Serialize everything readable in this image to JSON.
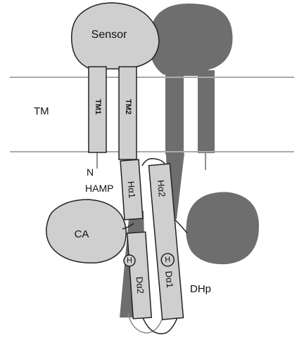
{
  "labels": {
    "sensor": "Sensor",
    "tm": "TM",
    "tm1": "TM1",
    "tm2": "TM2",
    "n_terminus": "N",
    "hamp": "HAMP",
    "ha1": "Hα1",
    "ha2": "Hα2",
    "ca": "CA",
    "da1": "Dα1",
    "da2": "Dα2",
    "his_left": "H",
    "his_right": "H",
    "dhp": "DHp"
  },
  "colors": {
    "light_subunit": "#cfcfcf",
    "dark_subunit": "#6e6e6e",
    "outline": "#222222",
    "membrane": "#aaaaaa",
    "background": "#ffffff"
  }
}
